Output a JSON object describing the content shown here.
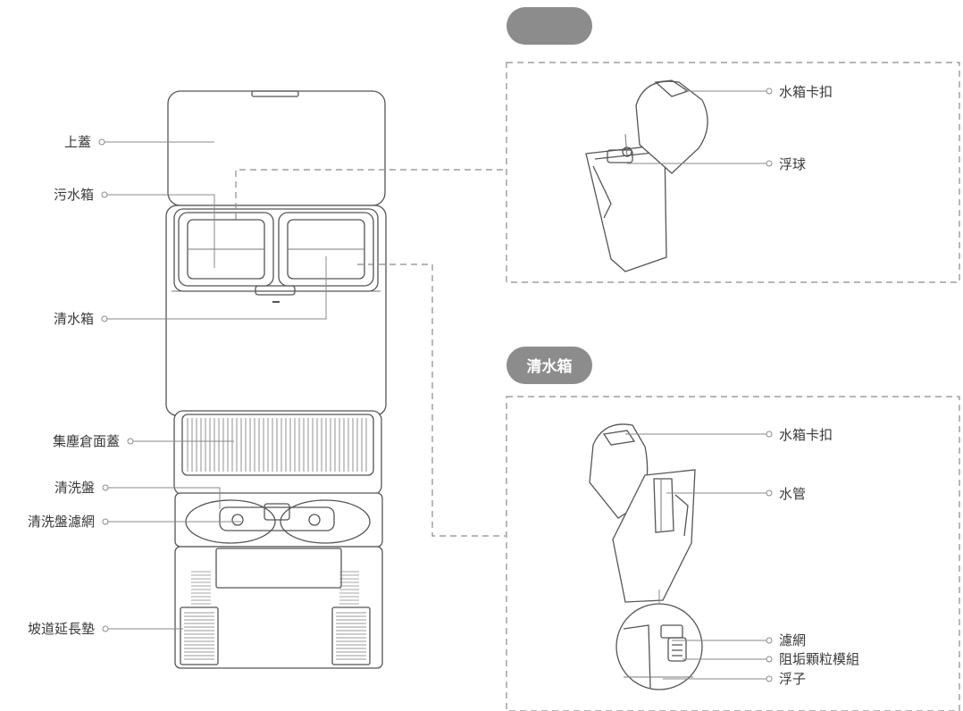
{
  "station_labels": {
    "top_cover": "上蓋",
    "dirty_tank": "污水箱",
    "clean_tank": "清水箱",
    "dust_bin_cover": "集塵倉面蓋",
    "wash_tray": "清洗盤",
    "wash_tray_filter": "清洗盤濾網",
    "ramp_extension": "坡道延長墊"
  },
  "dirty_tank_panel": {
    "title": "",
    "labels": {
      "tank_latch": "水箱卡扣",
      "float_ball": "浮球"
    }
  },
  "clean_tank_panel": {
    "title": "清水箱",
    "labels": {
      "tank_latch": "水箱卡扣",
      "water_pipe": "水管",
      "filter_screen": "濾網",
      "scale_inhibitor_module": "阻垢顆粒模組",
      "float": "浮子"
    }
  },
  "colors": {
    "pill": "#8c8c8c",
    "line": "#555555"
  }
}
